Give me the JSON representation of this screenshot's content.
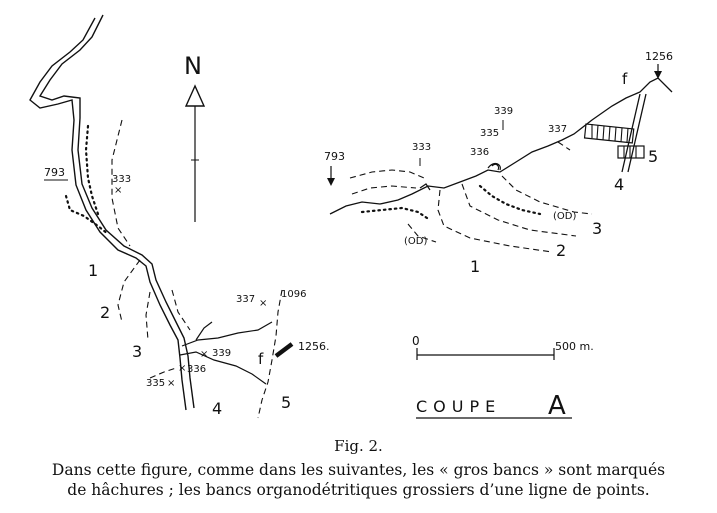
{
  "map": {
    "north": "N",
    "points": {
      "p793": "793",
      "p333": "333",
      "p337": "337",
      "p1096": "1096",
      "p1256": "1256.",
      "p339": "339",
      "p336": "336",
      "p335": "335"
    },
    "fault": "f",
    "units": [
      "1",
      "2",
      "3",
      "4",
      "5"
    ]
  },
  "section": {
    "points": {
      "p793": "793",
      "p333": "333",
      "p339": "339",
      "p335": "335",
      "p336": "336",
      "p337": "337",
      "p1256": "1256"
    },
    "fault": "f",
    "units": [
      "1",
      "2",
      "3",
      "4",
      "5"
    ],
    "od_label": "(OD)",
    "scale": {
      "start": "0",
      "end": "500 m."
    },
    "title_main": "COUPE",
    "title_letter": "A"
  },
  "caption": {
    "figure": "Fig. 2.",
    "line1": "Dans cette figure, comme dans les suivantes, les « gros bancs » sont marqués",
    "line2": "de hâchures ; les bancs organodétritiques grossiers d’une ligne de points."
  }
}
